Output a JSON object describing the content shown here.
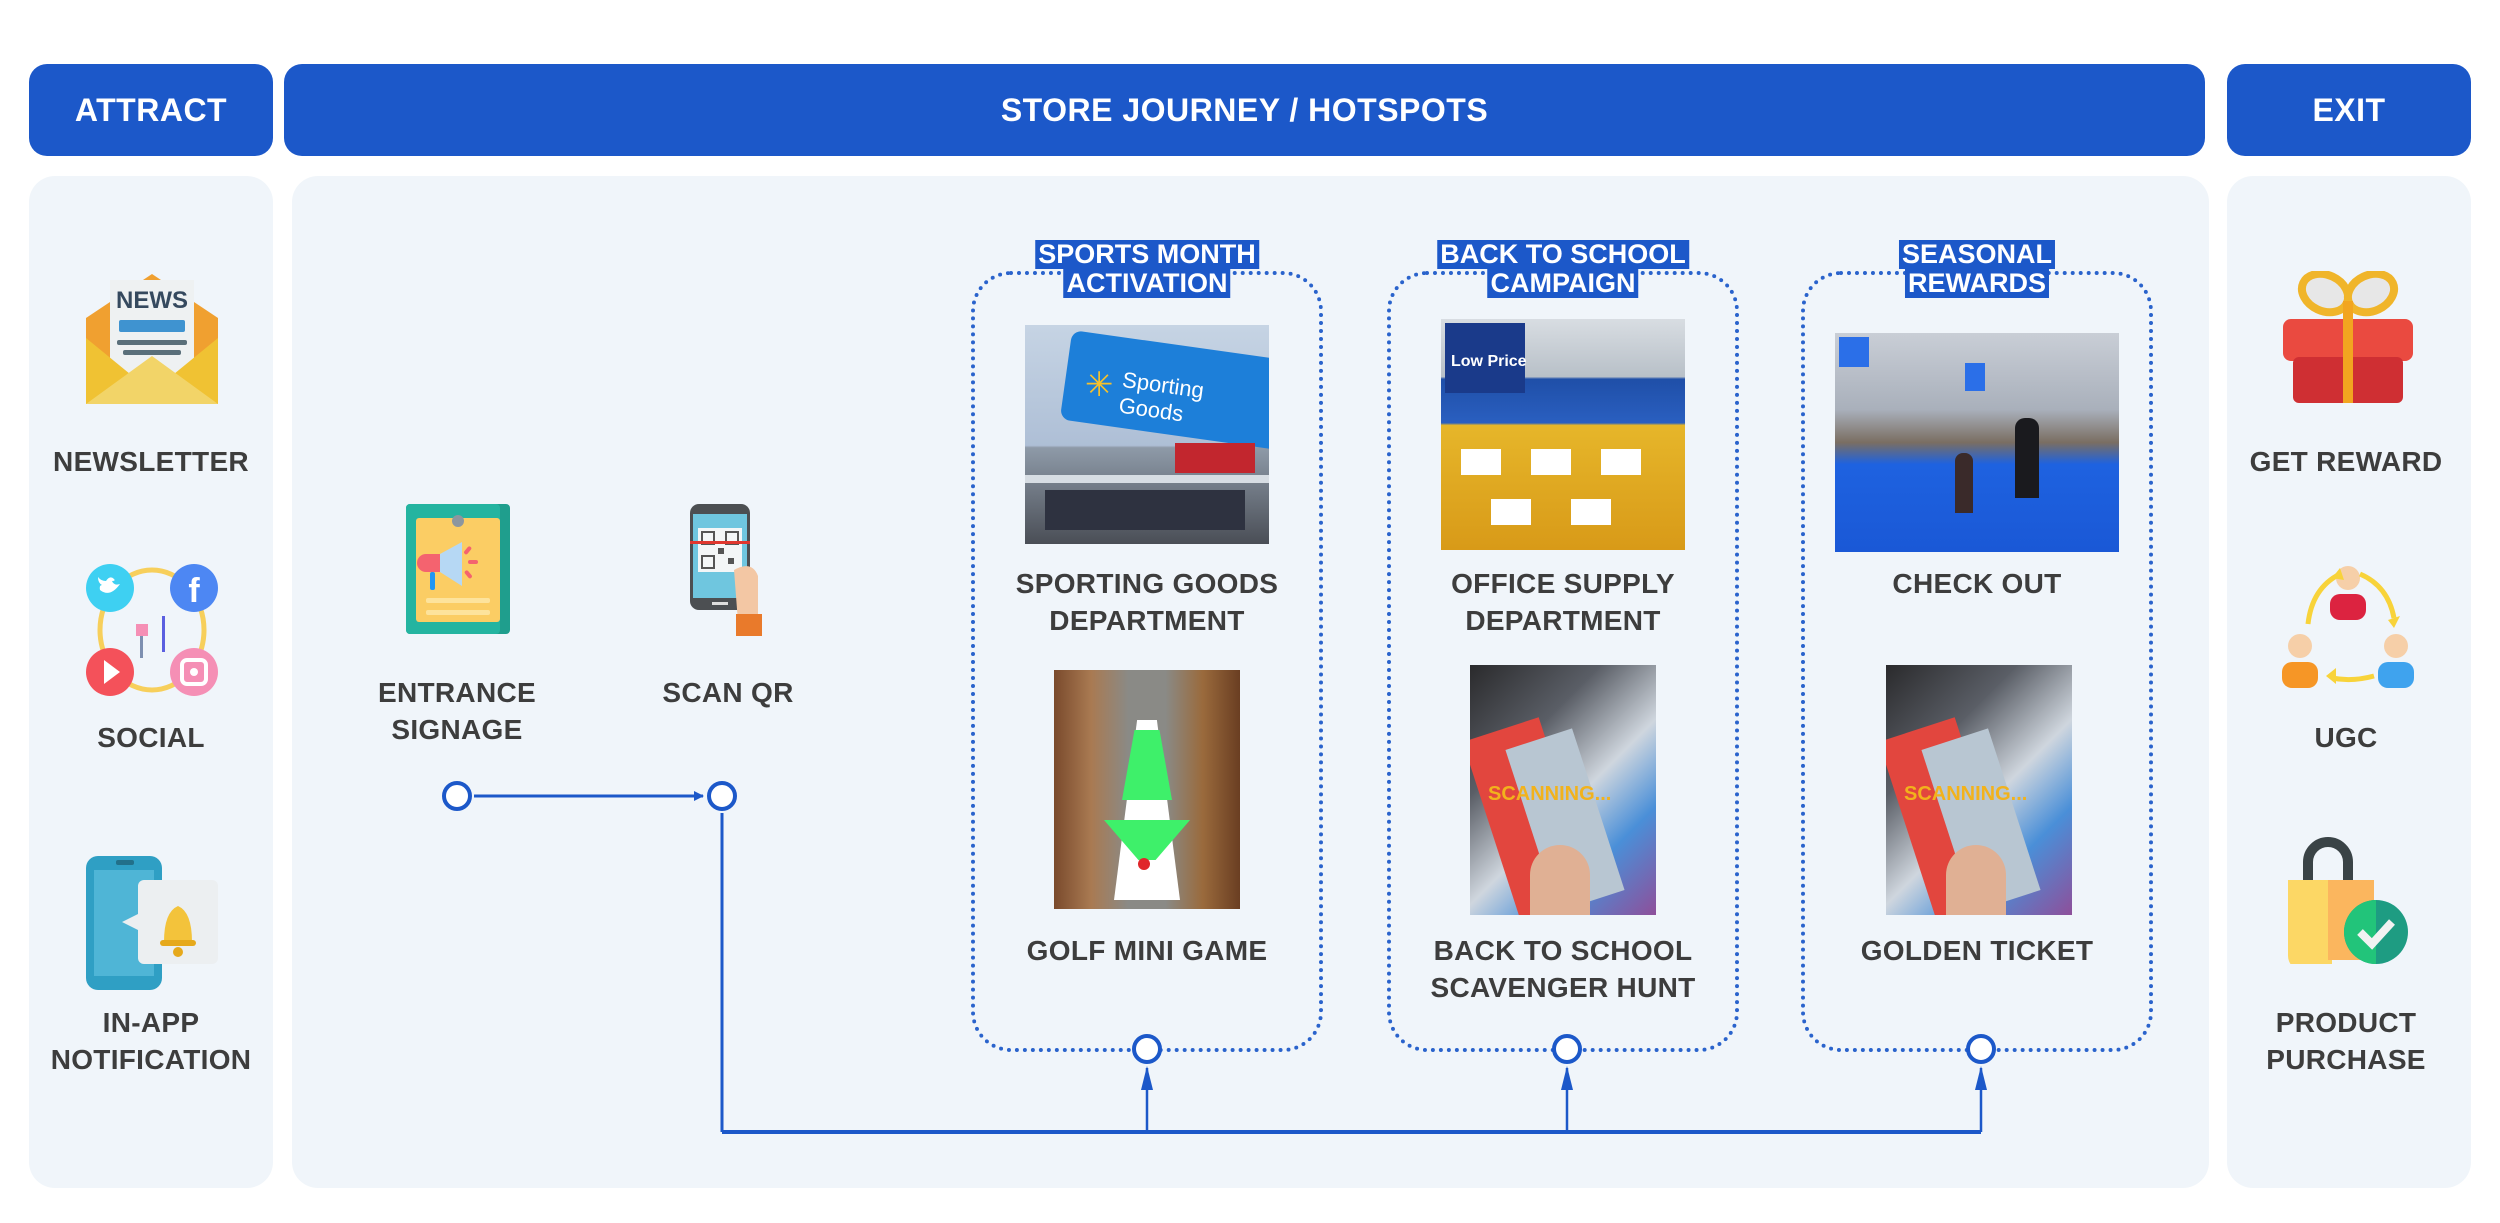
{
  "headers": {
    "attract": "ATTRACT",
    "journey": "STORE JOURNEY / HOTSPOTS",
    "exit": "EXIT"
  },
  "attract": {
    "items": [
      {
        "label": "NEWSLETTER",
        "icon": "newsletter-envelope-icon"
      },
      {
        "label": "SOCIAL",
        "icon": "social-media-icon"
      },
      {
        "label_line1": "IN-APP",
        "label_line2": "NOTIFICATION",
        "icon": "in-app-notification-icon"
      }
    ]
  },
  "journey": {
    "entry_steps": [
      {
        "label_line1": "ENTRANCE",
        "label_line2": "SIGNAGE",
        "icon": "signage-megaphone-icon"
      },
      {
        "label": "SCAN QR",
        "icon": "phone-qr-scan-icon"
      }
    ],
    "groups": [
      {
        "title_line1": "SPORTS MONTH",
        "title_line2": "ACTIVATION",
        "top": {
          "label_line1": "SPORTING GOODS",
          "label_line2": "DEPARTMENT",
          "photo": "sporting-goods-department-photo",
          "sign_text": "Sporting Goods"
        },
        "bottom": {
          "label": "GOLF MINI GAME",
          "photo": "golf-mini-game-ar-photo"
        }
      },
      {
        "title_line1": "BACK TO SCHOOL",
        "title_line2": "CAMPAIGN",
        "top": {
          "label_line1": "OFFICE SUPPLY",
          "label_line2": "DEPARTMENT",
          "photo": "office-supply-department-photo",
          "sign_text": "Low Price"
        },
        "bottom": {
          "label_line1": "BACK TO SCHOOL",
          "label_line2": "SCAVENGER HUNT",
          "photo": "scavenger-hunt-scan-photo",
          "overlay_text": "SCANNING..."
        }
      },
      {
        "title_line1": "SEASONAL",
        "title_line2": "REWARDS",
        "top": {
          "label": "CHECK OUT",
          "photo": "checkout-lanes-photo"
        },
        "bottom": {
          "label": "GOLDEN TICKET",
          "photo": "golden-ticket-scan-photo",
          "overlay_text": "SCANNING..."
        }
      }
    ]
  },
  "exit": {
    "items": [
      {
        "label": "GET REWARD",
        "icon": "gift-icon"
      },
      {
        "label": "UGC",
        "icon": "ugc-people-cycle-icon"
      },
      {
        "label_line1": "PRODUCT",
        "label_line2": "PURCHASE",
        "icon": "shopping-bag-check-icon"
      }
    ]
  },
  "colors": {
    "brand_blue": "#1c58c9",
    "panel_bg": "#f0f5fa",
    "text_dark": "#3d3d3d"
  }
}
